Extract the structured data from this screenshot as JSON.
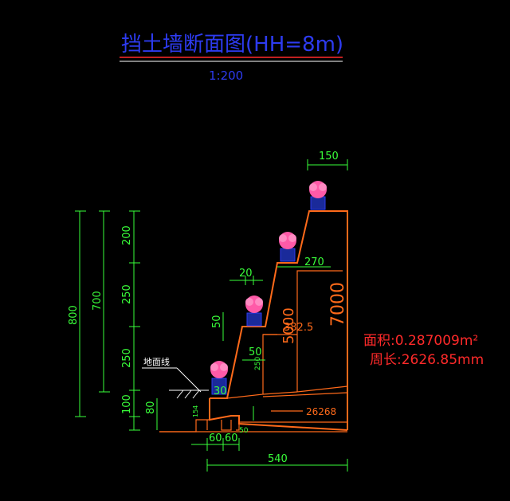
{
  "drawing": {
    "title": "挡土墙断面图(HH=8m)",
    "scale": "1:200",
    "ground_label": "地面线",
    "area_label": "面积:0.287009m²",
    "perimeter_label": "周长:2626.85mm"
  },
  "dimensions": {
    "top_width": "150",
    "left_total": "800",
    "left_mid": "700",
    "seg_200": "200",
    "seg_250_upper": "250",
    "seg_250_lower": "250",
    "seg_100": "100",
    "seg_80": "80",
    "step_20": "20",
    "step_50_v": "50",
    "step_50_h": "50",
    "step_270": "270",
    "step_30": "30",
    "base_60_a": "60",
    "base_60_b": "60",
    "base_540": "540",
    "small_50": "50",
    "small_154": "154",
    "label_5000": "5000",
    "label_3825": "382.5",
    "label_7000": "7000",
    "label_26268": "26268",
    "small_250": "250"
  },
  "colors": {
    "background": "#000000",
    "title": "#2d3bf0",
    "dimension": "#39ff3a",
    "wall": "#ff6a1a",
    "annotation": "#ff2a2a"
  }
}
